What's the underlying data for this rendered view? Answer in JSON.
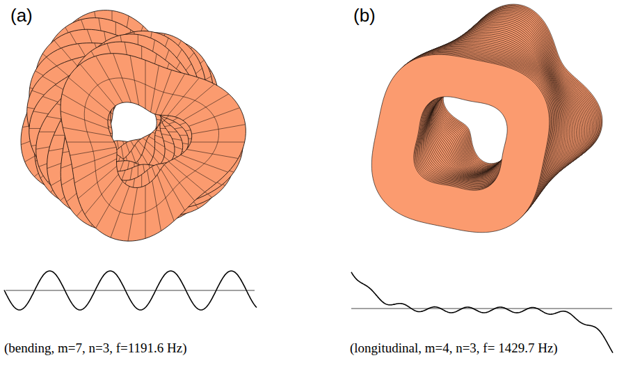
{
  "diagram": {
    "labels": [
      "(a)",
      "(b)",
      "(bending, m=7, n=3, f=1191.6 Hz)",
      "(longitudinal, m=4, n=3, f= 1429.7 Hz)"
    ]
  }
}
